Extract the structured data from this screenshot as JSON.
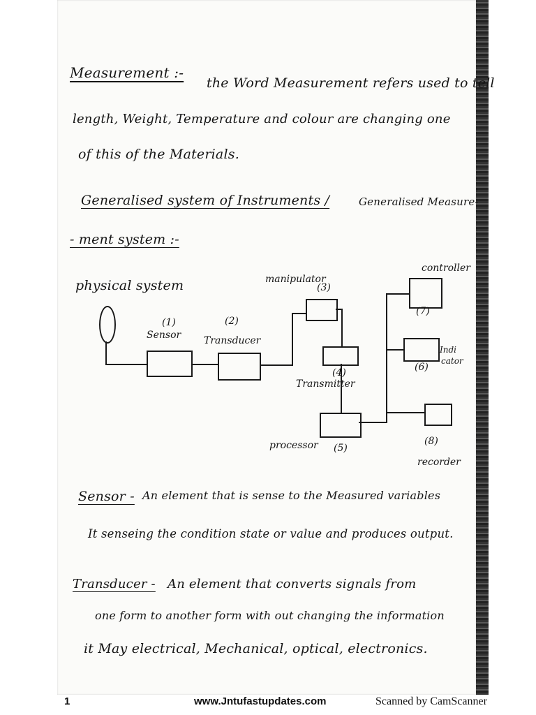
{
  "notes": {
    "measurement_heading": "Measurement :-",
    "measurement_line1": "the Word Measurement refers used to tell",
    "measurement_line2": "length, Weight, Temperature and colour are changing one",
    "measurement_line3": "of this of the Materials.",
    "gms_heading_a": "Generalised system of Instruments /",
    "gms_heading_b": "Generalised Measure-",
    "gms_heading_c": "- ment system :-",
    "physical_system": "physical system",
    "sensor_def_term": "Sensor -",
    "sensor_def_line1": "An element that is sense to the Measured variables",
    "sensor_def_line2": "It senseing the condition state or value and produces output.",
    "transducer_def_term": "Transducer -",
    "transducer_def_line1": "An element that converts signals from",
    "transducer_def_line2": "one form to another form with out changing the information",
    "transducer_def_line3": "it May electrical, Mechanical, optical, electronics."
  },
  "diagram": {
    "num_sensor": "(1)",
    "label_sensor": "Sensor",
    "num_transducer": "(2)",
    "label_transducer": "Transducer",
    "label_manipulator": "manipulator",
    "num_manipulator": "(3)",
    "num_transmitter": "(4)",
    "label_transmitter": "Transmitter",
    "label_processor": "processor",
    "num_processor": "(5)",
    "label_controller": "controller",
    "num_controller": "(7)",
    "label_indicator_a": "Indi",
    "label_indicator_b": "cator",
    "num_indicator": "(6)",
    "num_recorder": "(8)",
    "label_recorder": "recorder"
  },
  "footer": {
    "page_number": "1",
    "website": "www.Jntufastupdates.com",
    "scanner": "Scanned by CamScanner"
  }
}
